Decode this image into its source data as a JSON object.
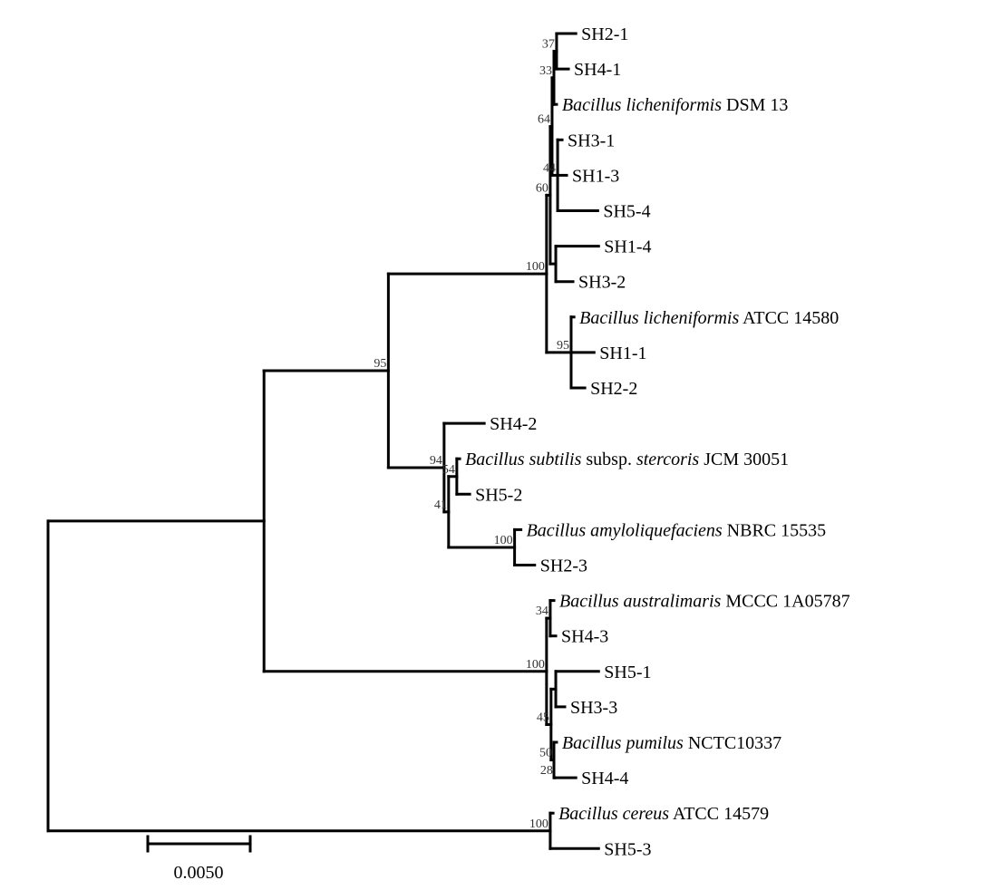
{
  "scale_bar": {
    "label": "0.0050",
    "value": 0.005
  },
  "tree": {
    "d": 0,
    "children": [
      {
        "d": 0.01054,
        "children": [
          {
            "d": 0.01661,
            "support": "95",
            "children": [
              {
                "d": 0.02433,
                "support": "100",
                "children": [
                  {
                    "d": 0.02451,
                    "support": "60",
                    "children": [
                      {
                        "d": 0.0246,
                        "support": "64",
                        "children": [
                          {
                            "d": 0.02469,
                            "support": "33",
                            "children": [
                              {
                                "d": 0.02482,
                                "support": "37",
                                "children": [
                                  {
                                    "d": 0.02576,
                                    "plain": "SH2-1"
                                  },
                                  {
                                    "d": 0.0254,
                                    "plain": "SH4-1"
                                  }
                                ]
                              },
                              {
                                "d": 0.02482,
                                "italic": "Bacillus licheniformis",
                                "plain": " DSM 13"
                              }
                            ]
                          },
                          {
                            "d": 0.02487,
                            "support": "44",
                            "children": [
                              {
                                "d": 0.02509,
                                "plain": "SH3-1"
                              },
                              {
                                "d": 0.02531,
                                "plain": "SH1-3"
                              },
                              {
                                "d": 0.02683,
                                "plain": "SH5-4"
                              }
                            ]
                          }
                        ]
                      },
                      {
                        "d": 0.02478,
                        "children": [
                          {
                            "d": 0.02687,
                            "plain": "SH1-4"
                          },
                          {
                            "d": 0.02562,
                            "plain": "SH3-2"
                          }
                        ]
                      }
                    ]
                  },
                  {
                    "d": 0.02553,
                    "support": "95",
                    "children": [
                      {
                        "d": 0.02567,
                        "italic": "Bacillus licheniformis",
                        "plain": " ATCC 14580"
                      },
                      {
                        "d": 0.02665,
                        "plain": "SH1-1"
                      },
                      {
                        "d": 0.0262,
                        "plain": "SH2-2"
                      }
                    ]
                  }
                ]
              },
              {
                "d": 0.01933,
                "support": "94",
                "children": [
                  {
                    "d": 0.02129,
                    "plain": "SH4-2"
                  },
                  {
                    "d": 0.01955,
                    "support": "41",
                    "children": [
                      {
                        "d": 0.01995,
                        "support": "54",
                        "children": [
                          {
                            "d": 0.02009,
                            "italic": "Bacillus subtilis",
                            "plain": " subsp. ",
                            "italic2": "stercoris",
                            "plain2": " JCM 30051"
                          },
                          {
                            "d": 0.02058,
                            "plain": "SH5-2"
                          }
                        ]
                      },
                      {
                        "d": 0.02277,
                        "support": "100",
                        "children": [
                          {
                            "d": 0.02308,
                            "italic": "Bacillus amyloliquefaciens",
                            "plain": " NBRC 15535"
                          },
                          {
                            "d": 0.02375,
                            "plain": "SH2-3"
                          }
                        ]
                      }
                    ]
                  }
                ]
              }
            ]
          },
          {
            "d": 0.02433,
            "support": "100",
            "children": [
              {
                "d": 0.02451,
                "support": "34",
                "children": [
                  {
                    "d": 0.02469,
                    "italic": "Bacillus australimaris",
                    "plain": " MCCC 1A05787"
                  },
                  {
                    "d": 0.02478,
                    "plain": "SH4-3"
                  }
                ]
              },
              {
                "d": 0.02455,
                "support": "45",
                "children": [
                  {
                    "d": 0.02478,
                    "children": [
                      {
                        "d": 0.02687,
                        "plain": "SH5-1"
                      },
                      {
                        "d": 0.02522,
                        "plain": "SH3-3"
                      }
                    ]
                  },
                  {
                    "d": 0.02469,
                    "support": "50",
                    "children": [
                      {
                        "d": 0.02482,
                        "italic": "Bacillus pumilus",
                        "plain": " NCTC10337"
                      },
                      {
                        "d": 0.02473,
                        "support": "28",
                        "children": [
                          {
                            "d": 0.02576,
                            "plain": "SH4-4"
                          }
                        ]
                      }
                    ]
                  }
                ]
              }
            ]
          }
        ]
      },
      {
        "d": 0.02451,
        "support": "100",
        "children": [
          {
            "d": 0.02465,
            "italic": "Bacillus cereus",
            "plain": " ATCC 14579"
          },
          {
            "d": 0.02687,
            "plain": "SH5-3"
          }
        ]
      }
    ]
  }
}
